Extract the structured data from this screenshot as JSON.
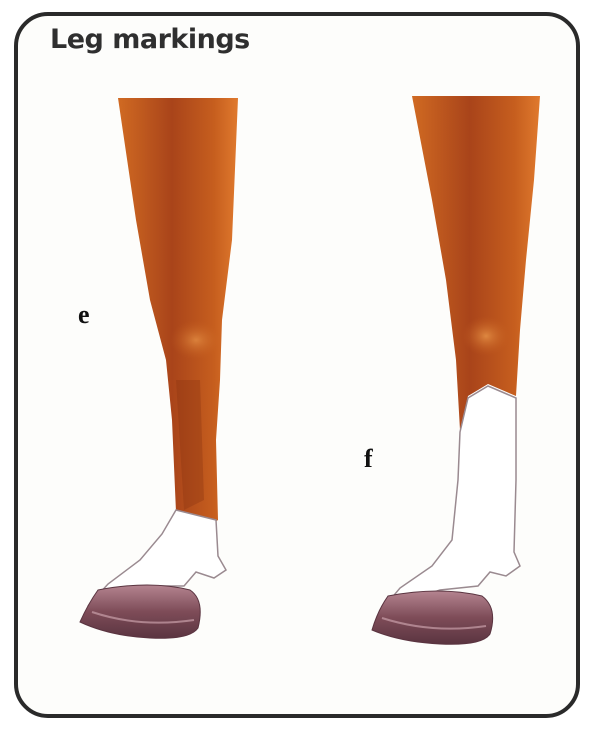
{
  "diagram": {
    "title": "Leg markings",
    "labels": {
      "left": "e",
      "right": "f"
    },
    "colors": {
      "coat": "#c8601e",
      "coat_dark": "#8a3512",
      "white_marking": "#ffffff",
      "hoof": "#8c5a66",
      "frame": "#2a2a2a"
    }
  }
}
